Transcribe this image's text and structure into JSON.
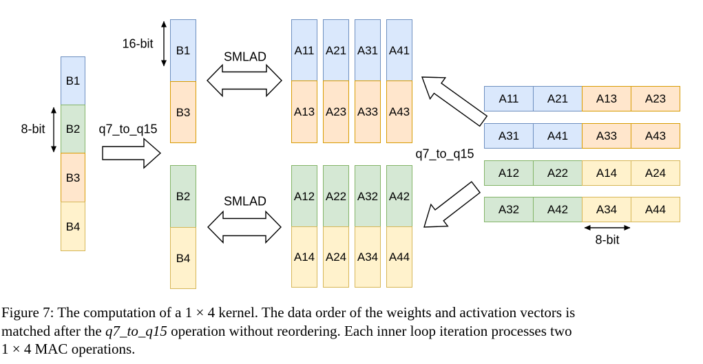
{
  "colors": {
    "blue_fill": "#dae8fc",
    "blue_border": "#6c8ebf",
    "green_fill": "#d5e8d4",
    "green_border": "#82b366",
    "orange_fill": "#ffe6cc",
    "orange_border": "#d79b00",
    "yellow_fill": "#fff2cc",
    "yellow_border": "#d6b656"
  },
  "diagram": {
    "weights_8bit": {
      "cells": [
        {
          "label": "B1",
          "color": "blue"
        },
        {
          "label": "B2",
          "color": "green"
        },
        {
          "label": "B3",
          "color": "orange"
        },
        {
          "label": "B4",
          "color": "yellow"
        }
      ],
      "width_annotation": "8-bit"
    },
    "q7_to_q15_left": "q7_to_q15",
    "weights_16bit_top": {
      "cells": [
        {
          "label": "B1",
          "color": "blue"
        },
        {
          "label": "B3",
          "color": "orange"
        }
      ],
      "height_annotation": "16-bit",
      "smlad_label": "SMLAD"
    },
    "weights_16bit_bottom": {
      "cells": [
        {
          "label": "B2",
          "color": "green"
        },
        {
          "label": "B4",
          "color": "yellow"
        }
      ],
      "smlad_label": "SMLAD"
    },
    "activations_16bit_top": {
      "columns": [
        {
          "top": "A11",
          "bottom": "A13"
        },
        {
          "top": "A21",
          "bottom": "A23"
        },
        {
          "top": "A31",
          "bottom": "A33"
        },
        {
          "top": "A41",
          "bottom": "A43"
        }
      ]
    },
    "activations_16bit_bottom": {
      "columns": [
        {
          "top": "A12",
          "bottom": "A14"
        },
        {
          "top": "A22",
          "bottom": "A24"
        },
        {
          "top": "A32",
          "bottom": "A34"
        },
        {
          "top": "A42",
          "bottom": "A44"
        }
      ]
    },
    "q7_to_q15_right": "q7_to_q15",
    "activations_8bit": {
      "rows": [
        {
          "cells": [
            {
              "label": "A11",
              "color": "blue"
            },
            {
              "label": "A21",
              "color": "blue"
            },
            {
              "label": "A13",
              "color": "orange"
            },
            {
              "label": "A23",
              "color": "orange"
            }
          ]
        },
        {
          "cells": [
            {
              "label": "A31",
              "color": "blue"
            },
            {
              "label": "A41",
              "color": "blue"
            },
            {
              "label": "A33",
              "color": "orange"
            },
            {
              "label": "A43",
              "color": "orange"
            }
          ]
        },
        {
          "cells": [
            {
              "label": "A12",
              "color": "green"
            },
            {
              "label": "A22",
              "color": "green"
            },
            {
              "label": "A14",
              "color": "yellow"
            },
            {
              "label": "A24",
              "color": "yellow"
            }
          ]
        },
        {
          "cells": [
            {
              "label": "A32",
              "color": "green"
            },
            {
              "label": "A42",
              "color": "green"
            },
            {
              "label": "A34",
              "color": "yellow"
            },
            {
              "label": "A44",
              "color": "yellow"
            }
          ]
        }
      ],
      "width_annotation": "8-bit"
    }
  },
  "caption": {
    "line1": "Figure 7: The computation of a 1 × 4 kernel. The data order of the weights and activation vectors is",
    "line2_pre": "matched after the ",
    "line2_italic": "q7_to_q15",
    "line2_post": " operation without reordering. Each inner loop iteration processes two",
    "line3": "1 × 4 MAC operations."
  }
}
